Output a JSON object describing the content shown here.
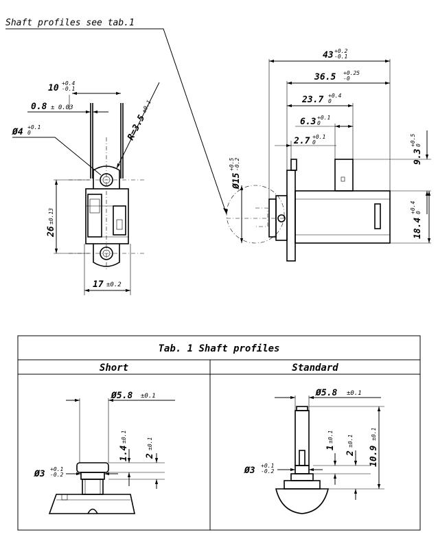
{
  "callout": "Shaft profiles see tab.1",
  "front_view": {
    "dim_width_top": {
      "value": "10",
      "tol_up": "+0.4",
      "tol_dn": "-0.1"
    },
    "dim_pin": {
      "value": "0.8",
      "tol": "± 0.03"
    },
    "dim_hole": {
      "value": "Ø4",
      "tol_up": "+0.1",
      "tol_dn": "0"
    },
    "dim_radius": {
      "value": "R=3.5",
      "tol": "±0.1"
    },
    "dim_height": {
      "value": "26",
      "tol": "±0.13"
    },
    "dim_width_bottom": {
      "value": "17",
      "tol": "±0.2"
    }
  },
  "side_view": {
    "dim_43": {
      "value": "43",
      "tol_up": "+0.2",
      "tol_dn": "-0.1"
    },
    "dim_365": {
      "value": "36.5",
      "tol_up": "+0.25",
      "tol_dn": "-0"
    },
    "dim_237": {
      "value": "23.7",
      "tol_up": "+0.4",
      "tol_dn": "0"
    },
    "dim_63": {
      "value": "6.3",
      "tol_up": "+0.1",
      "tol_dn": "0"
    },
    "dim_27": {
      "value": "2.7",
      "tol_up": "+0.1",
      "tol_dn": "0"
    },
    "dim_15": {
      "value": "Ø15",
      "tol_up": "+0.5",
      "tol_dn": "-0.2"
    },
    "dim_93": {
      "value": "9.3",
      "tol_up": "+0.5",
      "tol_dn": "0"
    },
    "dim_184": {
      "value": "18.4",
      "tol_up": "+0.4",
      "tol_dn": "0"
    }
  },
  "table": {
    "title": "Tab. 1 Shaft profiles",
    "col_short": "Short",
    "col_standard": "Standard",
    "short": {
      "dim_dia": {
        "value": "Ø5.8",
        "tol": "±0.1"
      },
      "dim_14": {
        "value": "1.4",
        "tol": "±0.1"
      },
      "dim_2": {
        "value": "2",
        "tol": "±0.1"
      },
      "dim_3": {
        "value": "Ø3",
        "tol_up": "+0.1",
        "tol_dn": "-0.2"
      }
    },
    "standard": {
      "dim_dia": {
        "value": "Ø5.8",
        "tol": "±0.1"
      },
      "dim_1": {
        "value": "1",
        "tol": "±0.1"
      },
      "dim_2": {
        "value": "2",
        "tol": "±0.1"
      },
      "dim_109": {
        "value": "10.9",
        "tol": "±0.1"
      },
      "dim_3": {
        "value": "Ø3",
        "tol_up": "+0.1",
        "tol_dn": "-0.2"
      }
    }
  }
}
